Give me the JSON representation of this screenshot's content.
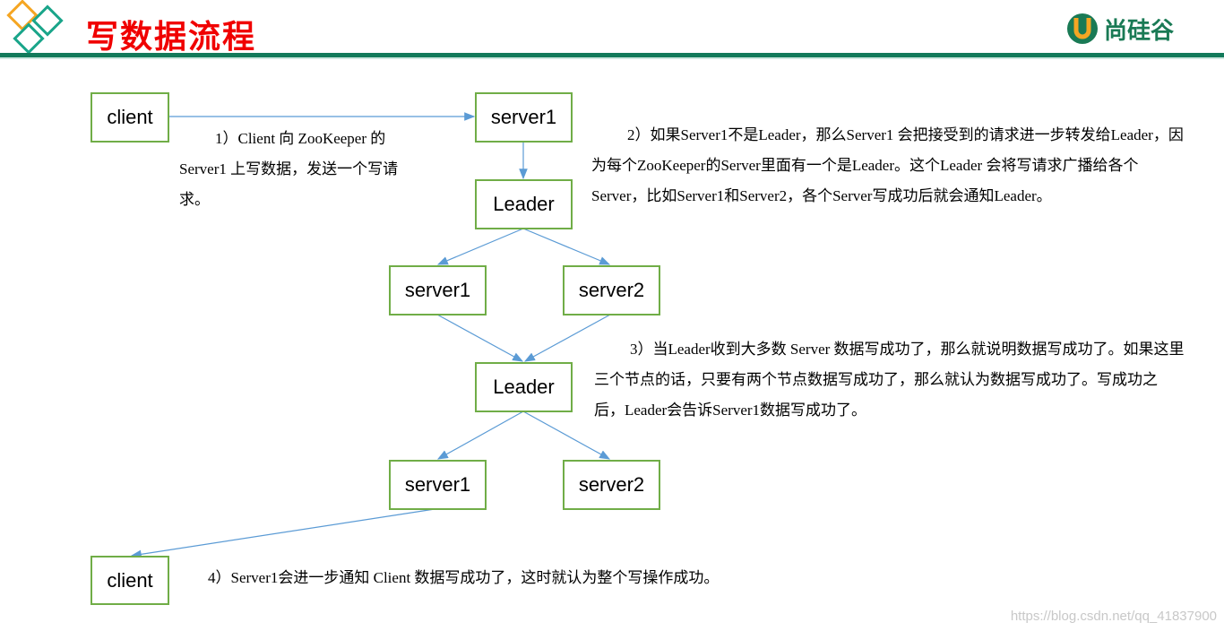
{
  "header": {
    "title": "写数据流程",
    "brand": "尚硅谷",
    "accent": "#127a5a",
    "title_color": "#f00000"
  },
  "nodes": {
    "client_top": "client",
    "server1_top": "server1",
    "leader_1": "Leader",
    "server1_mid": "server1",
    "server2_mid": "server2",
    "leader_2": "Leader",
    "server1_bottom": "server1",
    "server2_bottom": "server2",
    "client_bottom": "client"
  },
  "notes": {
    "step1": "1）Client 向 ZooKeeper 的 Server1 上写数据，发送一个写请求。",
    "step2": "2）如果Server1不是Leader，那么Server1 会把接受到的请求进一步转发给Leader，因为每个ZooKeeper的Server里面有一个是Leader。这个Leader 会将写请求广播给各个Server，比如Server1和Server2，各个Server写成功后就会通知Leader。",
    "step3": "3）当Leader收到大多数 Server 数据写成功了，那么就说明数据写成功了。如果这里三个节点的话，只要有两个节点数据写成功了，那么就认为数据写成功了。写成功之后，Leader会告诉Server1数据写成功了。",
    "step4": "4）Server1会进一步通知 Client 数据写成功了，这时就认为整个写操作成功。"
  },
  "watermark": "https://blog.csdn.net/qq_41837900"
}
